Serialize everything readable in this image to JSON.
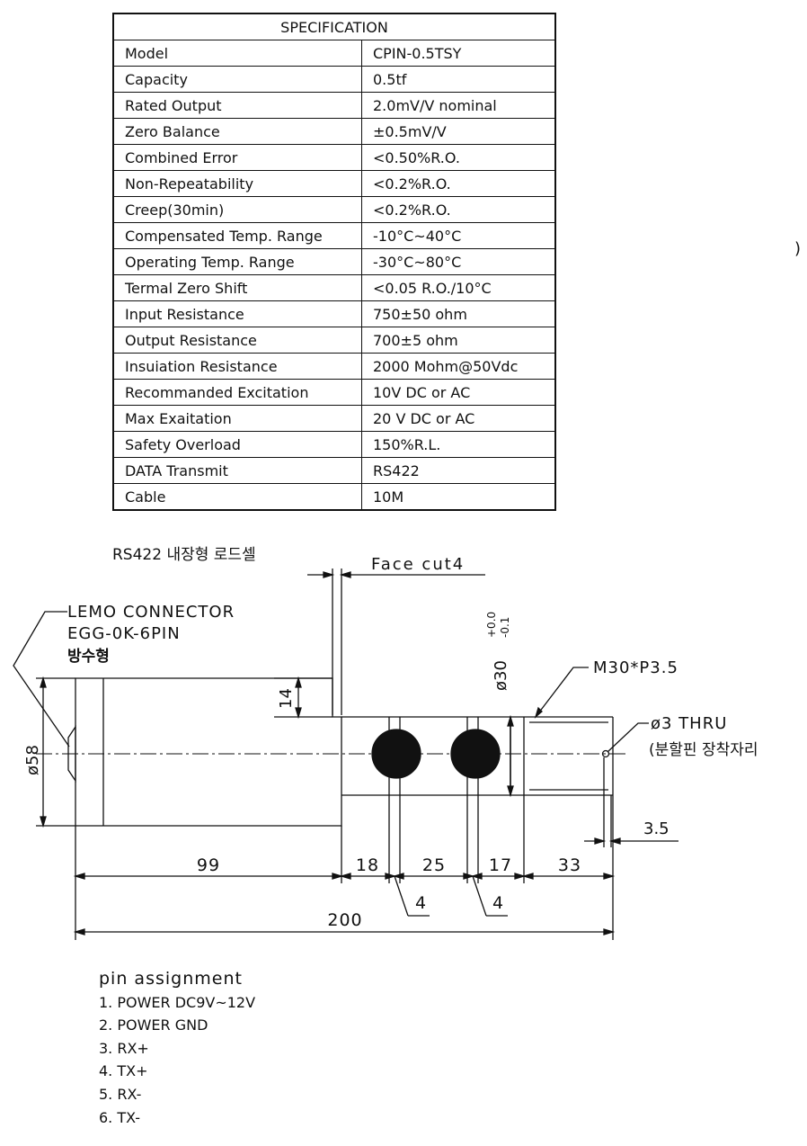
{
  "spec": {
    "title": "SPECIFICATION",
    "rows": [
      {
        "label": "Model",
        "value": "CPIN-0.5TSY"
      },
      {
        "label": "Capacity",
        "value": "0.5tf"
      },
      {
        "label": "Rated Output",
        "value": "2.0mV/V nominal"
      },
      {
        "label": "Zero Balance",
        "value": "±0.5mV/V"
      },
      {
        "label": "Combined Error",
        "value": "<0.50%R.O."
      },
      {
        "label": "Non-Repeatability",
        "value": "<0.2%R.O."
      },
      {
        "label": "Creep(30min)",
        "value": "<0.2%R.O."
      },
      {
        "label": "Compensated Temp. Range",
        "value": "-10°C~40°C"
      },
      {
        "label": "Operating Temp. Range",
        "value": "-30°C~80°C"
      },
      {
        "label": "Termal Zero Shift",
        "value": "<0.05 R.O./10°C"
      },
      {
        "label": "Input Resistance",
        "value": "750±50 ohm"
      },
      {
        "label": "Output Resistance",
        "value": "700±5 ohm"
      },
      {
        "label": "Insuiation Resistance",
        "value": "2000 Mohm@50Vdc"
      },
      {
        "label": "Recommanded Excitation",
        "value": "10V DC or AC"
      },
      {
        "label": "Max Exaitation",
        "value": "20 V DC or AC"
      },
      {
        "label": "Safety Overload",
        "value": "150%R.L."
      },
      {
        "label": "DATA Transmit",
        "value": "RS422"
      },
      {
        "label": "Cable",
        "value": "10M"
      }
    ]
  },
  "stray_mark": ")",
  "drawing": {
    "title": "RS422 내장형 로드셀",
    "face_cut": "Face cut4",
    "connector": [
      "LEMO CONNECTOR",
      "EGG-0K-6PIN",
      "방수형"
    ],
    "dia_body": "ø58",
    "dim_14": "14",
    "dia_30": "ø30",
    "tol_upper": "+0.0",
    "tol_lower": "-0.1",
    "thread": "M30*P3.5",
    "hole": "ø3 THRU",
    "hole_note": "(분할핀 장착자리",
    "dim_3_5": "3.5",
    "dims": [
      "99",
      "18",
      "25",
      "17",
      "33"
    ],
    "groove_left": "4",
    "groove_right": "4",
    "total": "200"
  },
  "pins": {
    "title": "pin assignment",
    "items": [
      "1. POWER DC9V~12V",
      "2. POWER GND",
      "3. RX+",
      "4. TX+",
      "5. RX-",
      "6. TX-"
    ]
  }
}
